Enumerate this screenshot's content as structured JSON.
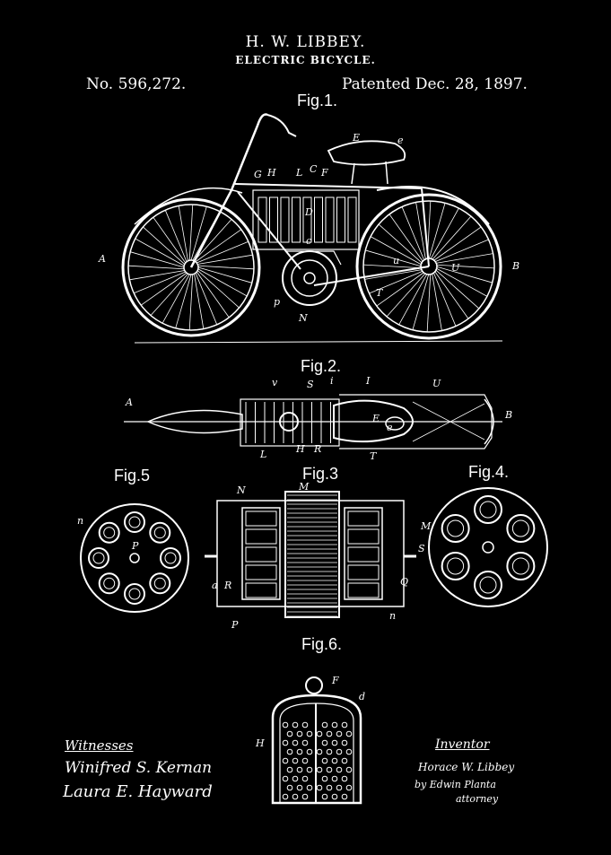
{
  "header": {
    "inventor": "H. W. LIBBEY.",
    "title": "ELECTRIC BICYCLE.",
    "patent_number": "No. 596,272.",
    "patent_date": "Patented Dec. 28, 1897."
  },
  "figures": {
    "fig1": "Fig.1.",
    "fig2": "Fig.2.",
    "fig3": "Fig.3",
    "fig4": "Fig.4.",
    "fig5": "Fig.5",
    "fig6": "Fig.6."
  },
  "drawing_labels": {
    "fig1": [
      "E",
      "e",
      "G",
      "H",
      "L",
      "C",
      "F",
      "D",
      "c",
      "A",
      "B",
      "p",
      "N",
      "T",
      "u",
      "U"
    ],
    "fig2": [
      "v",
      "S",
      "i",
      "I",
      "U",
      "E",
      "e",
      "B",
      "A",
      "L",
      "H",
      "R",
      "T"
    ],
    "fig3": [
      "N",
      "M",
      "P",
      "a",
      "R",
      "Q",
      "S",
      "n"
    ],
    "fig4": [
      "M"
    ],
    "fig5": [
      "n",
      "P"
    ],
    "fig6": [
      "F",
      "d",
      "H"
    ]
  },
  "signatures": {
    "witnesses_heading": "Witnesses",
    "witness_1": "Winifred S. Kernan",
    "witness_2": "Laura E. Hayward",
    "inventor_heading": "Inventor",
    "inventor_signature": "Horace W. Libbey",
    "attorney_line": "by Edwin Planta",
    "attorney_word": "attorney"
  },
  "colors": {
    "background": "#000000",
    "ink": "#ffffff"
  }
}
